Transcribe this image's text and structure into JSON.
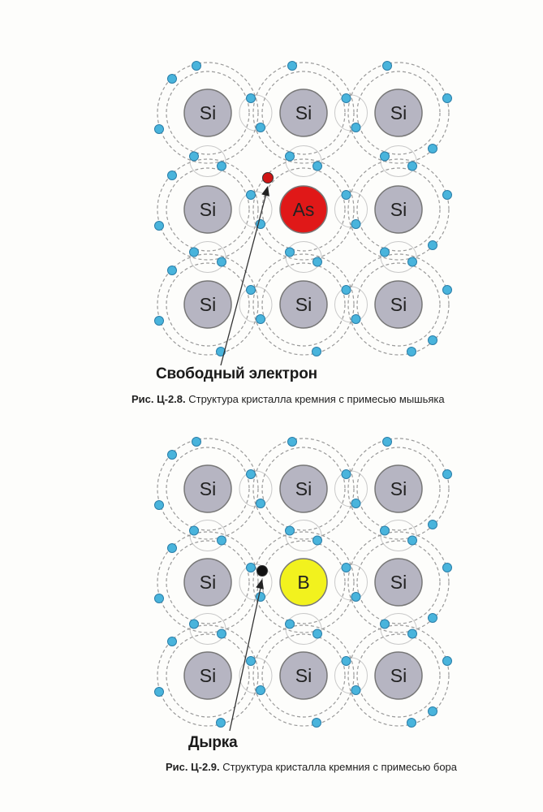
{
  "figures": [
    {
      "id": "fig1",
      "callout": "Свободный электрон",
      "caption_number": "Рис. Ц-2.8.",
      "caption_text": " Структура кристалла кремния с примесью мышьяка",
      "grid": [
        [
          "Si",
          "Si",
          "Si"
        ],
        [
          "Si",
          "As",
          "Si"
        ],
        [
          "Si",
          "Si",
          "Si"
        ]
      ],
      "impurity": {
        "row": 1,
        "col": 1,
        "label": "As",
        "color": "#e01818"
      },
      "extra_particle": {
        "kind": "free-electron",
        "color": "#d01515"
      }
    },
    {
      "id": "fig2",
      "callout": "Дырка",
      "caption_number": "Рис. Ц-2.9.",
      "caption_text": " Структура кристалла кремния с примесью бора",
      "grid": [
        [
          "Si",
          "Si",
          "Si"
        ],
        [
          "Si",
          "B",
          "Si"
        ],
        [
          "Si",
          "Si",
          "Si"
        ]
      ],
      "impurity": {
        "row": 1,
        "col": 1,
        "label": "B",
        "color": "#f2f21e"
      },
      "extra_particle": {
        "kind": "hole",
        "color": "#111111"
      }
    }
  ],
  "colors": {
    "silicon_nucleus": "#b6b5c2",
    "valence_electron": "#49b4dc",
    "shell_stroke": "#9a9a9a"
  }
}
